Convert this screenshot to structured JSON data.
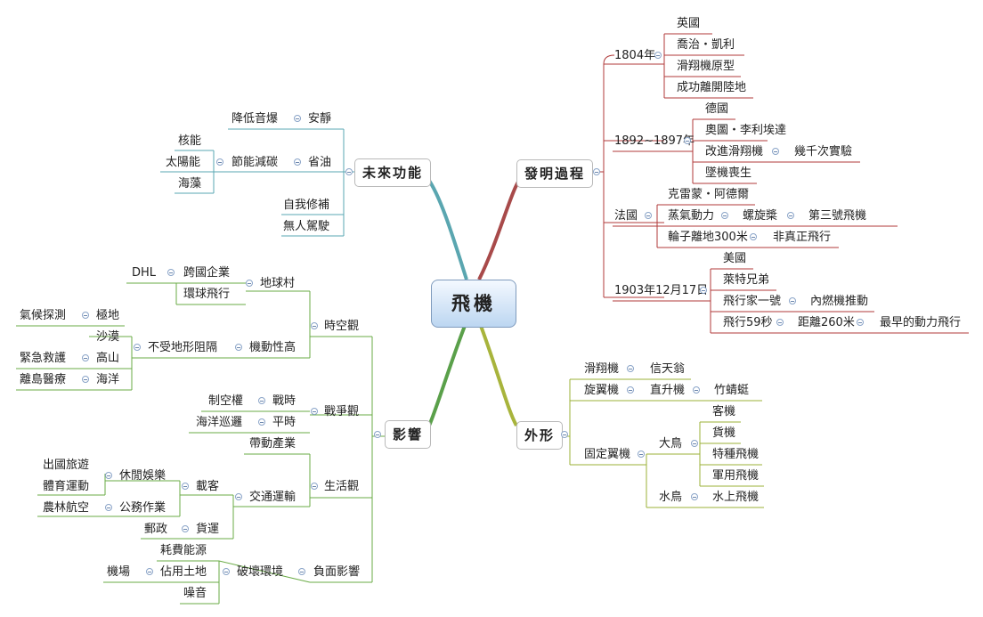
{
  "center": {
    "label": "飛機"
  },
  "branches": {
    "invention": {
      "label": "發明過程",
      "y1804": {
        "label": "1804年",
        "items": [
          "英國",
          "喬治・凱利",
          "滑翔機原型",
          "成功離開陸地"
        ]
      },
      "y1892": {
        "label": "1892~1897年",
        "country": "德國",
        "person": "奧圖・李利埃達",
        "improve": "改進滑翔機",
        "experiments": "幾千次實驗",
        "death": "墜機喪生"
      },
      "france": {
        "label": "法國",
        "person": "克雷蒙・阿德爾",
        "steam": "蒸氣動力",
        "propeller": "螺旋槳",
        "third": "第三號飛機",
        "wheels": "輪子離地300米",
        "not_real": "非真正飛行"
      },
      "y1903": {
        "label": "1903年12月17日",
        "country": "美國",
        "brothers": "萊特兄弟",
        "flyer": "飛行家一號",
        "engine": "內燃機推動",
        "time": "飛行59秒",
        "distance": "距離260米",
        "earliest": "最早的動力飛行"
      }
    },
    "future": {
      "label": "未來功能",
      "quiet": {
        "label": "安靜",
        "item": "降低音爆"
      },
      "fuel": {
        "label": "省油",
        "sub": "節能減碳",
        "items": [
          "核能",
          "太陽能",
          "海藻"
        ]
      },
      "self_repair": "自我修補",
      "unmanned": "無人駕駛"
    },
    "impact": {
      "label": "影響",
      "spacetime": {
        "label": "時空觀",
        "village": {
          "label": "地球村",
          "multinational": "跨國企業",
          "dhl": "DHL",
          "around": "環球飛行"
        },
        "mobility": {
          "label": "機動性高",
          "polar": "極地",
          "weather": "氣候探測",
          "terrain": "不受地形阻隔",
          "desert": "沙漠",
          "mountain": "高山",
          "rescue": "緊急救護",
          "ocean": "海洋",
          "island": "離島醫療"
        }
      },
      "war": {
        "label": "戰爭觀",
        "wartime": "戰時",
        "air": "制空權",
        "peace": "平時",
        "patrol": "海洋巡邏"
      },
      "life": {
        "label": "生活觀",
        "industry": "帶動產業",
        "transport": {
          "label": "交通運輸",
          "passenger": "載客",
          "leisure": "休閒娛樂",
          "travel": "出國旅遊",
          "sports": "體育運動",
          "public": "公務作業",
          "agri": "農林航空",
          "cargo": "貨運",
          "post": "郵政"
        }
      },
      "negative": {
        "label": "負面影響",
        "energy": "耗費能源",
        "destroy": "破壞環境",
        "land": "佔用土地",
        "airport": "機場",
        "noise": "噪音"
      }
    },
    "shape": {
      "label": "外形",
      "glider": {
        "label": "滑翔機",
        "child": "信天翁"
      },
      "rotor": {
        "label": "旋翼機",
        "heli": "直升機",
        "dragonfly": "竹蜻蜓"
      },
      "fixed": {
        "label": "固定翼機",
        "bird": {
          "label": "大鳥",
          "items": [
            "客機",
            "貨機",
            "特種飛機",
            "軍用飛機"
          ]
        },
        "water": {
          "label": "水鳥",
          "child": "水上飛機"
        }
      }
    }
  },
  "colors": {
    "invention": "#a84a4a",
    "future": "#5aa6b0",
    "impact": "#5aa04a",
    "shape": "#a8b43c",
    "inv_line": "#b03a3a",
    "fut_line": "#5aa7b3",
    "imp_line": "#6aab46",
    "shp_line": "#9bb037"
  }
}
